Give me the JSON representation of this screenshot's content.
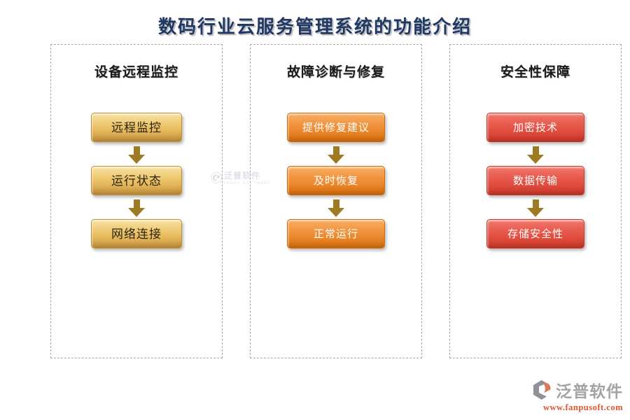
{
  "title": "数码行业云服务管理系统的功能介绍",
  "columns": [
    {
      "heading": "设备远程监控",
      "items": [
        "远程监控",
        "运行状态",
        "网络连接"
      ],
      "theme": "gold"
    },
    {
      "heading": "故障诊断与修复",
      "items": [
        "提供修复建议",
        "及时恢复",
        "正常运行"
      ],
      "theme": "orange"
    },
    {
      "heading": "安全性保障",
      "items": [
        "加密技术",
        "数据传输",
        "存储安全性"
      ],
      "theme": "red"
    }
  ],
  "watermark": {
    "brand": "泛普软件",
    "subtext": "FANPU SOFTWARE"
  },
  "footer": {
    "brand": "泛普软件",
    "url": "www.fanpusoft.com"
  },
  "colors": {
    "title": "#1F3864",
    "heading": "#1a1a1a",
    "panel_border": "#A6A6A6",
    "gold_top": "#F8E2A4",
    "gold_bottom": "#D19B3F",
    "gold_border": "#BE9238",
    "gold_text": "#2B2313",
    "orange_top": "#F9AE63",
    "orange_bottom": "#E1740E",
    "orange_border": "#D16C0C",
    "red_top": "#F0776B",
    "red_bottom": "#D63B2A",
    "red_border": "#C23829",
    "node_text_light": "#FFFFFF",
    "arrow": "#9E7B22",
    "watermark": "#9AA5BC",
    "footer_brand": "#A3A3A3",
    "footer_url": "#E0552F"
  }
}
